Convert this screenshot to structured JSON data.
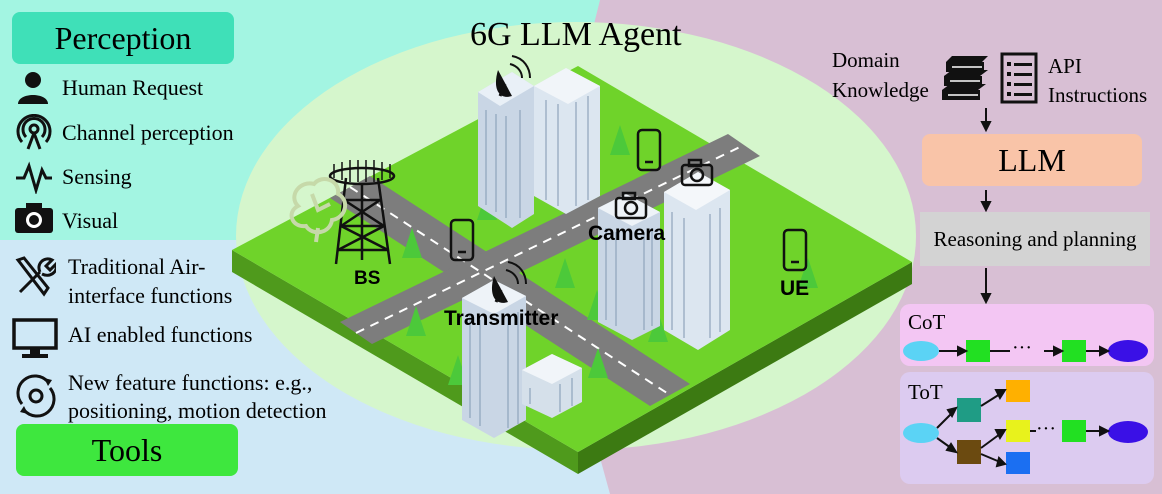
{
  "title": "6G LLM Agent",
  "perception": {
    "header": "Perception",
    "items": [
      {
        "label": "Human Request",
        "icon": "person-icon"
      },
      {
        "label": "Channel perception",
        "icon": "signal-icon"
      },
      {
        "label": "Sensing",
        "icon": "waveform-icon"
      },
      {
        "label": "Visual",
        "icon": "camera-icon"
      }
    ]
  },
  "tools": {
    "header": "Tools",
    "items": [
      {
        "line1": "Traditional Air-",
        "line2": "interface functions",
        "icon": "tools-icon"
      },
      {
        "line1": "AI enabled functions",
        "icon": "monitor-icon"
      },
      {
        "line1": "New feature functions: e.g.,",
        "line2": "positioning, motion detection",
        "icon": "gear-refresh-icon"
      }
    ]
  },
  "scene": {
    "bs": "BS",
    "transmitter": "Transmitter",
    "camera": "Camera",
    "ue": "UE"
  },
  "pipeline": {
    "domain_line1": "Domain",
    "domain_line2": "Knowledge",
    "api_line1": "API",
    "api_line2": "Instructions",
    "llm": "LLM",
    "reasoning": "Reasoning and planning",
    "cot": "CoT",
    "tot": "ToT",
    "ellipsis": "···"
  },
  "colors": {
    "perception_bg": "#a3f5e2",
    "tools_bg": "#cfe8f6",
    "right_bg": "#d8bfd4",
    "perception_header": "#3fe0b8",
    "tools_header": "#3ee73e",
    "llm_box": "#f9c4a8",
    "reasoning_box": "#d3d3d3",
    "cot_box": "#f3c6f3",
    "tot_box": "#dccbf0"
  }
}
